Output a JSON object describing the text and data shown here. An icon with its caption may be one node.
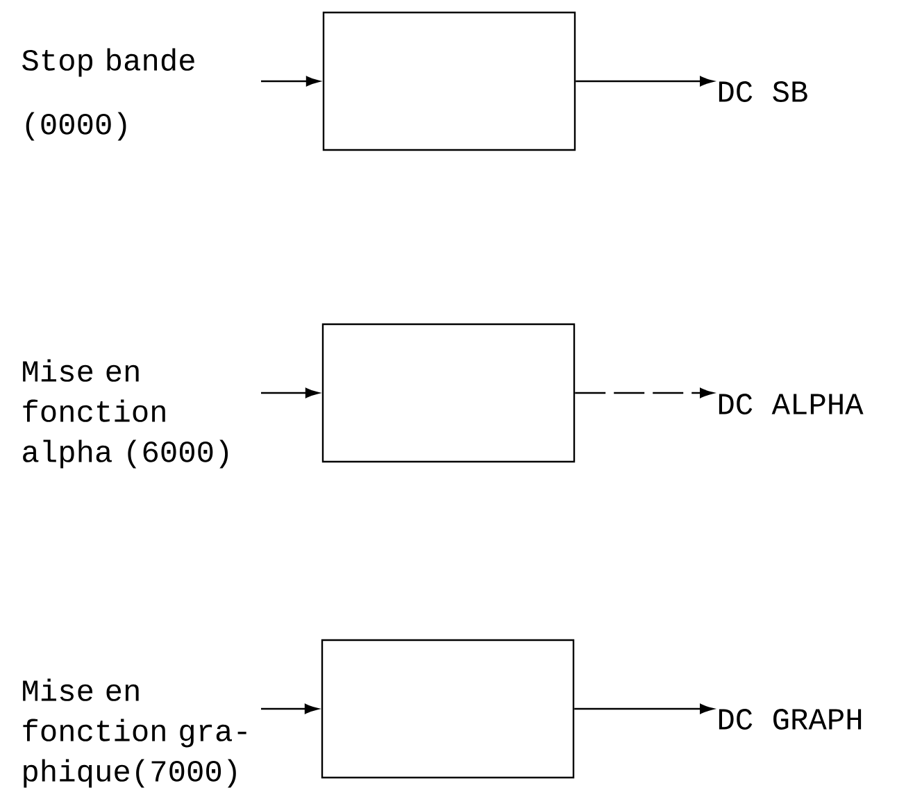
{
  "diagram": {
    "nodes": [
      {
        "text": [
          "Stop bande (0000)"
        ]
      },
      {
        "text": [],
        "shape": "box"
      },
      {
        "text": [
          "DC SB"
        ]
      },
      {
        "text": [
          "Mise en fonction alpha (6000)"
        ]
      },
      {
        "text": [],
        "shape": "box"
      },
      {
        "text": [
          "DC ALPHA"
        ]
      },
      {
        "text": [
          "Mise en fonction gra- phique(7000)"
        ]
      },
      {
        "text": [],
        "shape": "box"
      },
      {
        "text": [
          "DC GRAPH"
        ]
      }
    ],
    "edges": [
      {
        "from": 0,
        "to": 1,
        "arrow": "to"
      },
      {
        "from": 1,
        "to": 2,
        "arrow": "to"
      },
      {
        "from": 3,
        "to": 4,
        "arrow": "to"
      },
      {
        "from": 4,
        "to": 5,
        "arrow": "to",
        "style": "dashed"
      },
      {
        "from": 6,
        "to": 7,
        "arrow": "to"
      },
      {
        "from": 7,
        "to": 8,
        "arrow": "to"
      }
    ]
  }
}
